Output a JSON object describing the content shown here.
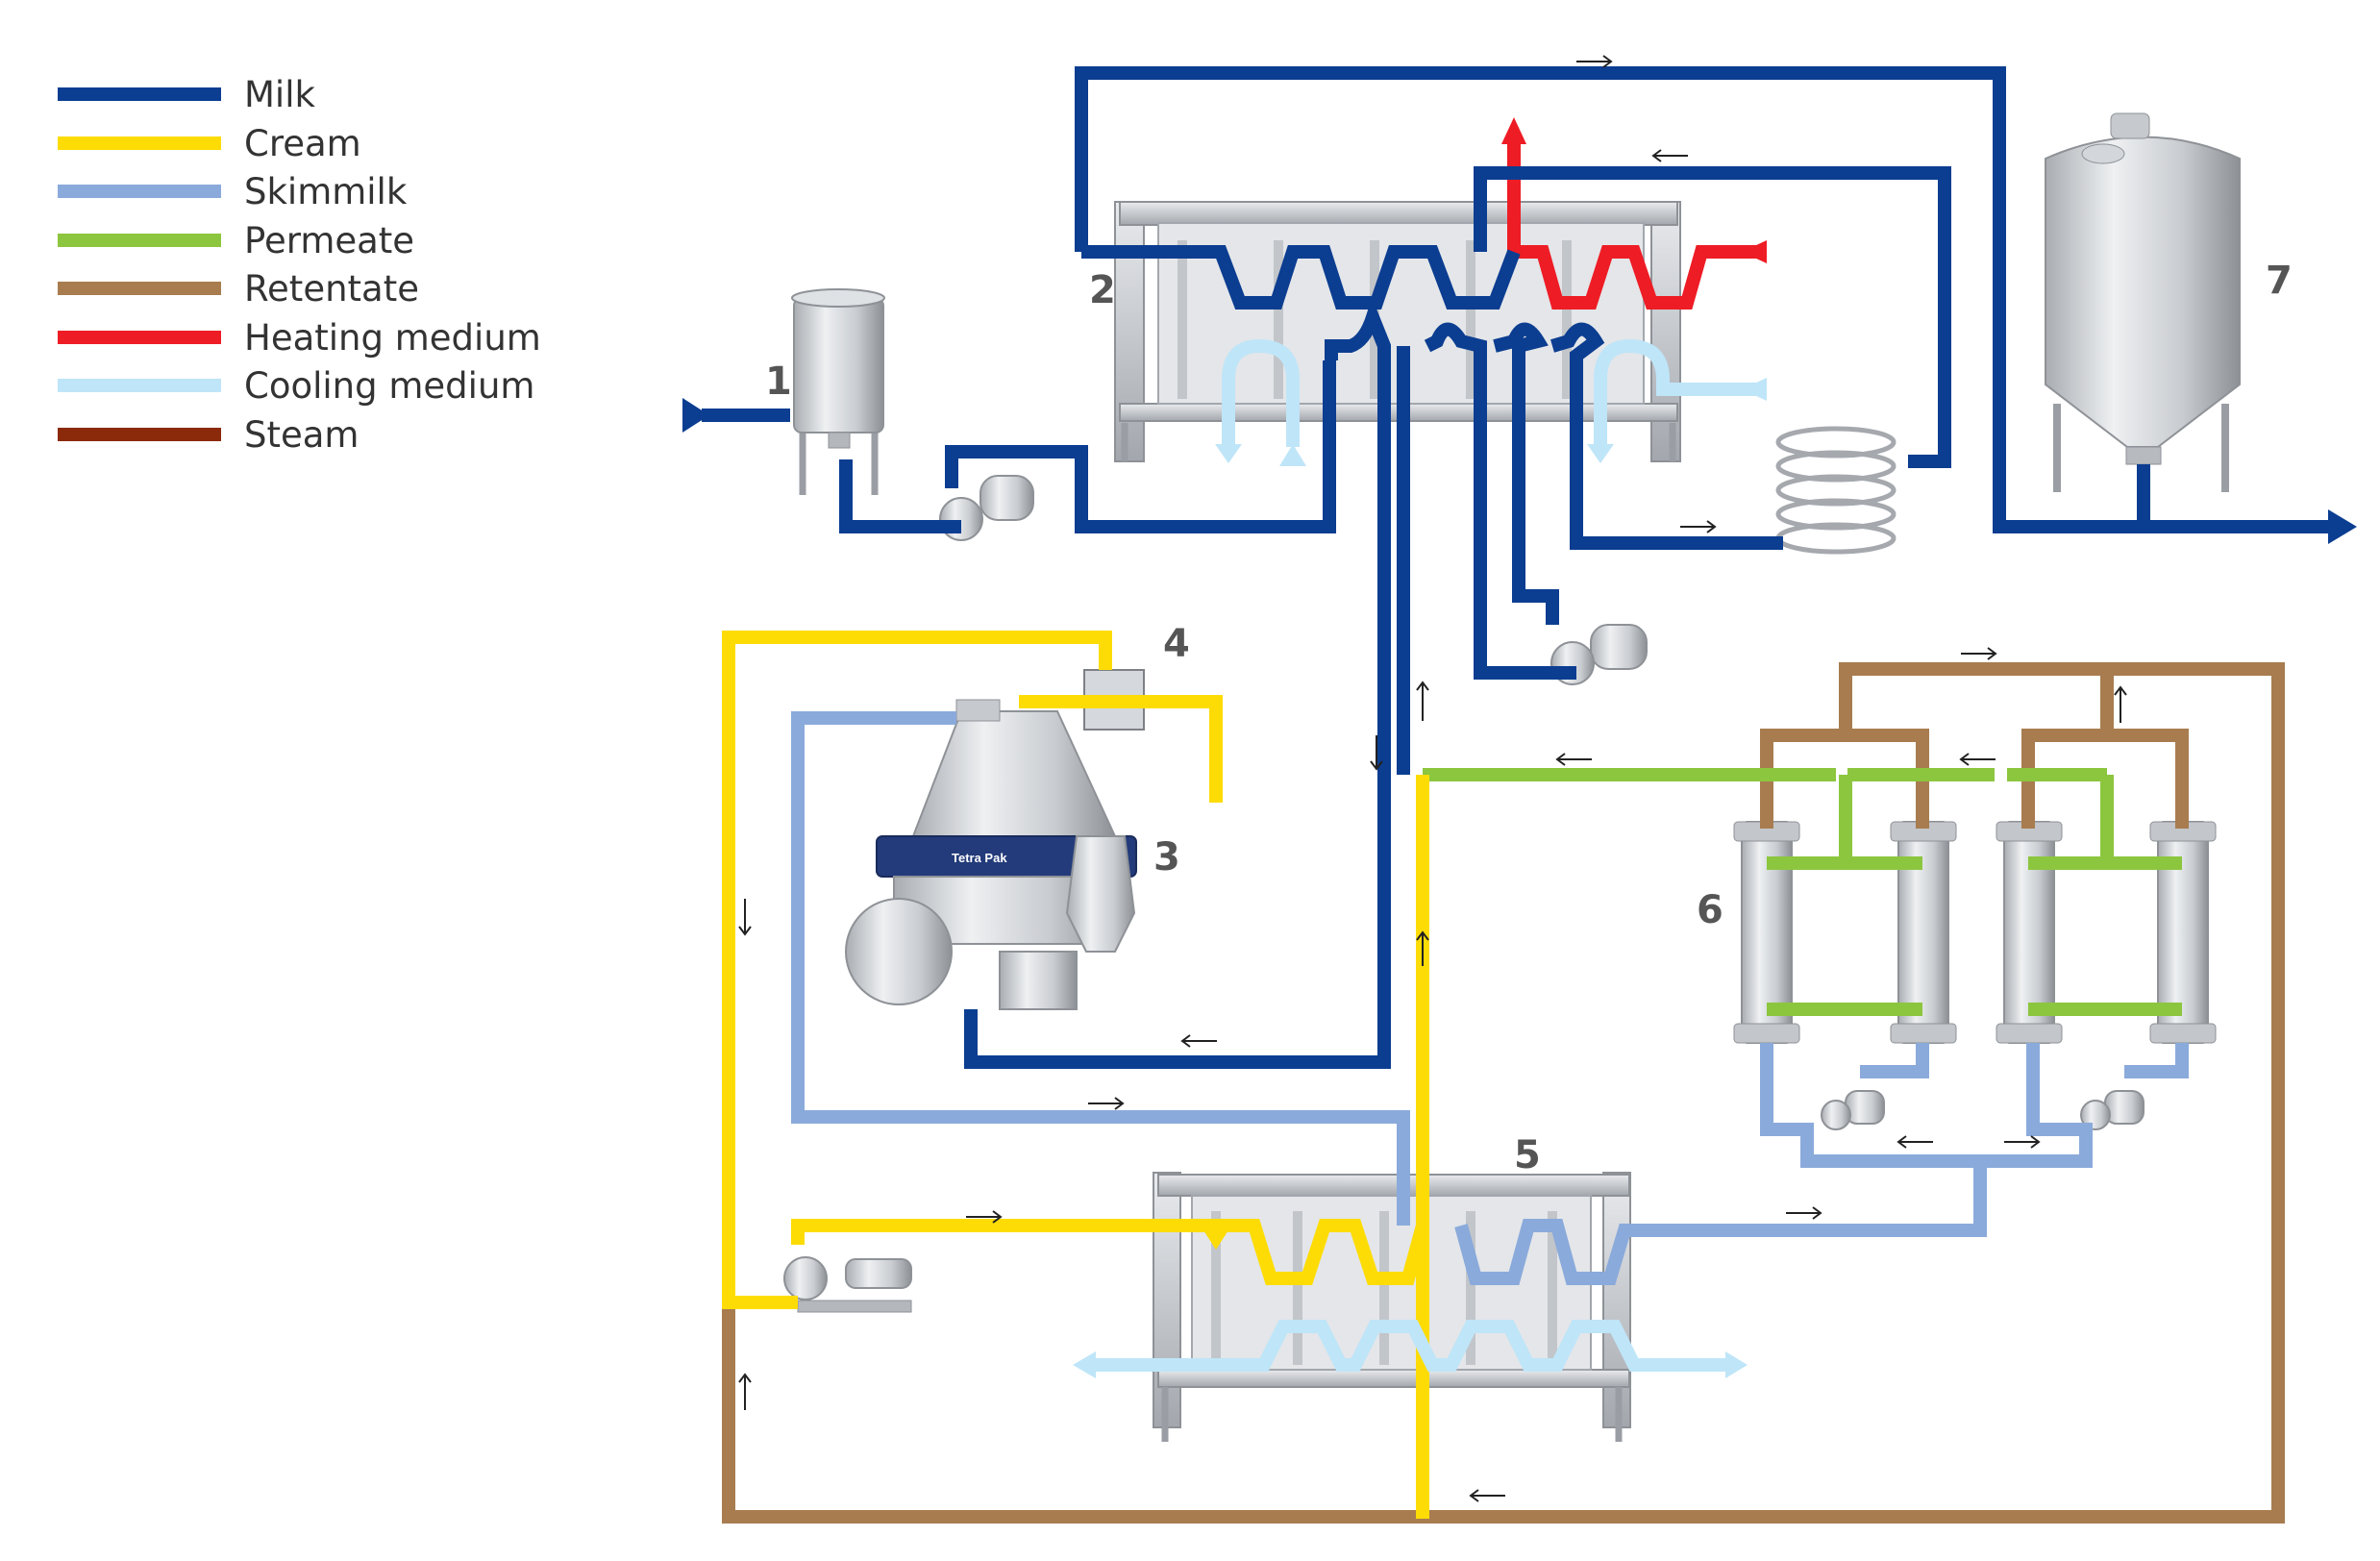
{
  "legend": [
    {
      "label": "Milk",
      "color": "#0b3d91"
    },
    {
      "label": "Cream",
      "color": "#fddc05"
    },
    {
      "label": "Skimmilk",
      "color": "#8aaadb"
    },
    {
      "label": "Permeate",
      "color": "#8cc63f"
    },
    {
      "label": "Retentate",
      "color": "#a87c4f"
    },
    {
      "label": "Heating medium",
      "color": "#ee1c25"
    },
    {
      "label": "Cooling medium",
      "color": "#bfe5f8"
    },
    {
      "label": "Steam",
      "color": "#8b2a0a"
    }
  ],
  "units": {
    "u1": "1",
    "u2": "2",
    "u3": "3",
    "u4": "4",
    "u5": "5",
    "u6": "6",
    "u7": "7"
  },
  "separator_brand": "Tetra Pak"
}
